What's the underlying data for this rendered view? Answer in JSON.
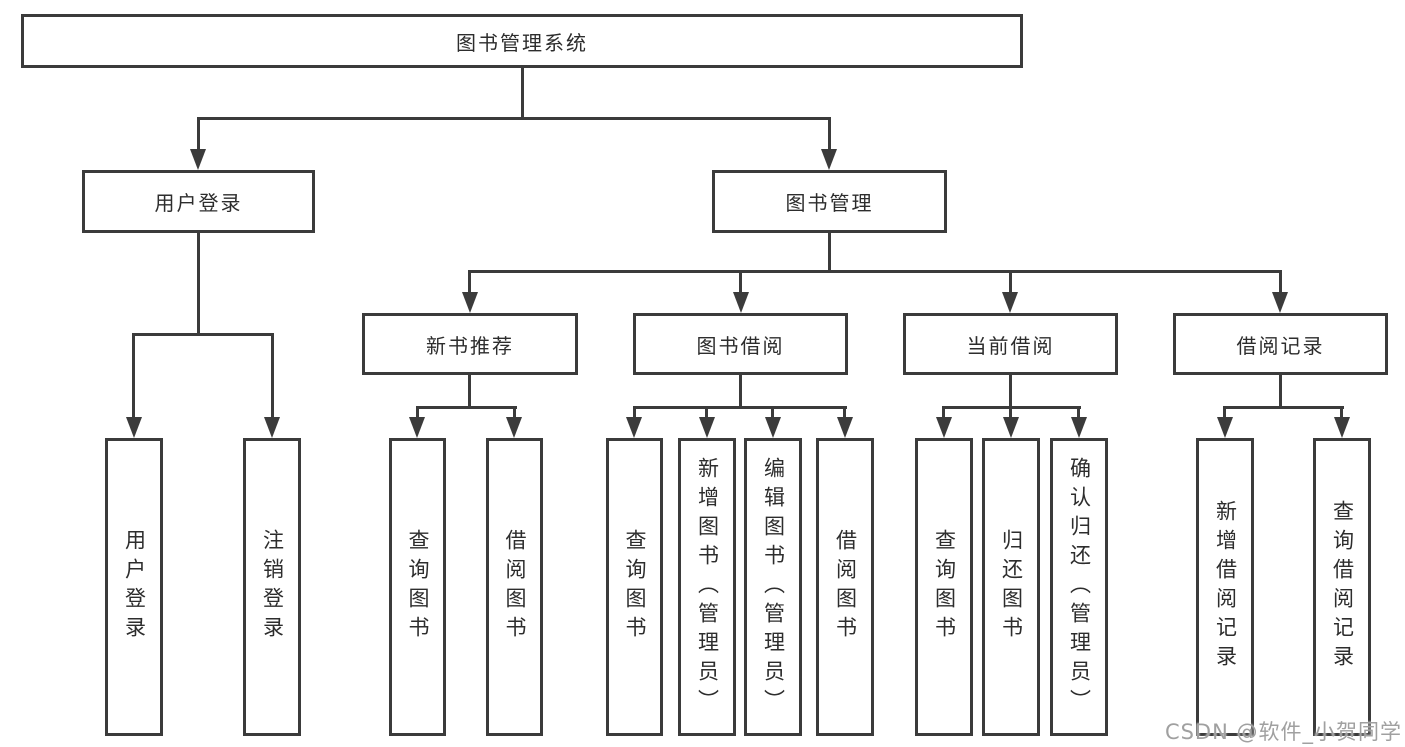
{
  "nodes": {
    "root": "图书管理系统",
    "userLogin": "用户登录",
    "bookManagement": "图书管理",
    "newBookRecommend": "新书推荐",
    "bookBorrow": "图书借阅",
    "currentBorrow": "当前借阅",
    "borrowRecords": "借阅记录",
    "leafUserLogin": "用户登录",
    "leafLogout": "注销登录",
    "leafNbQuery": "查询图书",
    "leafNbBorrow": "借阅图书",
    "leafBbQuery": "查询图书",
    "leafBbAdd": "新增图书（管理员）",
    "leafBbEdit": "编辑图书（管理员）",
    "leafBbBorrow": "借阅图书",
    "leafCbQuery": "查询图书",
    "leafCbReturn": "归还图书",
    "leafCbConfirm": "确认归还（管理员）",
    "leafRecAdd": "新增借阅记录",
    "leafRecQuery": "查询借阅记录"
  },
  "hierarchy": {
    "图书管理系统": {
      "用户登录": [
        "用户登录",
        "注销登录"
      ],
      "图书管理": {
        "新书推荐": [
          "查询图书",
          "借阅图书"
        ],
        "图书借阅": [
          "查询图书",
          "新增图书（管理员）",
          "编辑图书（管理员）",
          "借阅图书"
        ],
        "当前借阅": [
          "查询图书",
          "归还图书",
          "确认归还（管理员）"
        ],
        "借阅记录": [
          "新增借阅记录",
          "查询借阅记录"
        ]
      }
    }
  },
  "watermark": "CSDN @软件_小贺同学",
  "colors": {
    "line": "#3b3b3b",
    "text": "#2d2d2d",
    "watermark": "#a0a0a0",
    "background": "#ffffff"
  }
}
